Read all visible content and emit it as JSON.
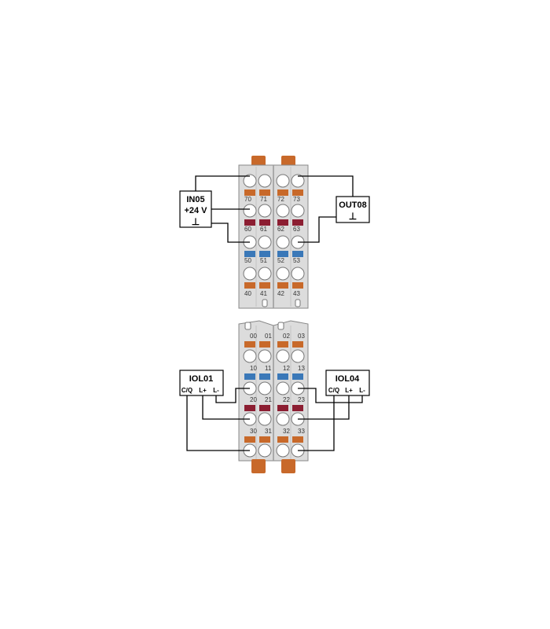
{
  "colors": {
    "module_body": "#dcdcdc",
    "orange_tab": "#c8692a",
    "red_marker": "#8c1e32",
    "blue_marker": "#3a78b8",
    "wire": "#000000"
  },
  "top_module": {
    "row_labels": [
      [
        "70",
        "71",
        "72",
        "73"
      ],
      [
        "60",
        "61",
        "62",
        "63"
      ],
      [
        "50",
        "51",
        "52",
        "53"
      ],
      [
        "40",
        "41",
        "42",
        "43"
      ]
    ],
    "devices": {
      "in05": {
        "lines": [
          "IN05",
          "+24 V",
          "⊥"
        ]
      },
      "out08": {
        "lines": [
          "OUT08",
          "⊥"
        ]
      }
    }
  },
  "bottom_module": {
    "row_labels": [
      [
        "00",
        "01",
        "02",
        "03"
      ],
      [
        "10",
        "11",
        "12",
        "13"
      ],
      [
        "20",
        "21",
        "22",
        "23"
      ],
      [
        "30",
        "31",
        "32",
        "33"
      ]
    ],
    "devices": {
      "iol01": {
        "title": "IOL01",
        "pins": [
          "C/Q",
          "L+",
          "L-"
        ]
      },
      "iol04": {
        "title": "IOL04",
        "pins": [
          "C/Q",
          "L+",
          "L-"
        ]
      }
    }
  }
}
